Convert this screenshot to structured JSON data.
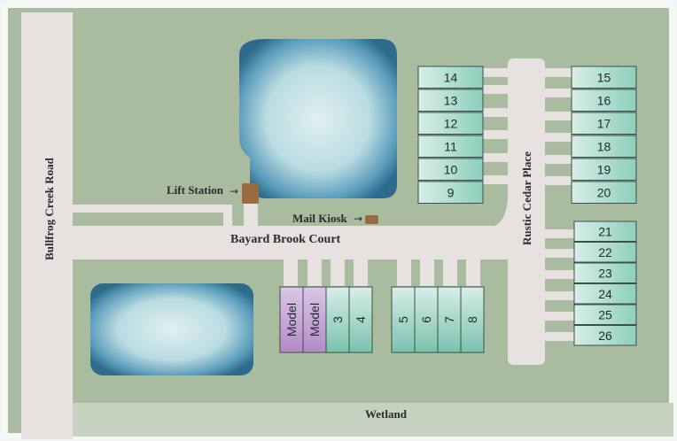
{
  "map": {
    "roads": {
      "bullfrog": "Bullfrog Creek Road",
      "bayard": "Bayard Brook Court",
      "rustic": "Rustic Cedar Place"
    },
    "labels": {
      "lift_station": "Lift Station",
      "mail_kiosk": "Mail Kiosk",
      "wetland": "Wetland"
    },
    "units_upper_left": [
      "14",
      "13",
      "12",
      "11",
      "10",
      "9"
    ],
    "units_upper_right": [
      "15",
      "16",
      "17",
      "18",
      "19",
      "20"
    ],
    "units_lower_right": [
      "21",
      "22",
      "23",
      "24",
      "25",
      "26"
    ],
    "units_bottom_a": [
      "Model",
      "Model",
      "3",
      "4"
    ],
    "units_bottom_b": [
      "5",
      "6",
      "7",
      "8"
    ],
    "colors": {
      "grass": "#a8bb9e",
      "road": "#e6e0df",
      "pond_edge": "#2e6a8c",
      "pond_center": "#d9ecf0",
      "unit_light": "#cfe8e2",
      "unit_dark": "#5fb39f",
      "model": "#c6a6d6",
      "lift_station": "#9b6a3f",
      "wetland": "#c9d3c1"
    }
  }
}
